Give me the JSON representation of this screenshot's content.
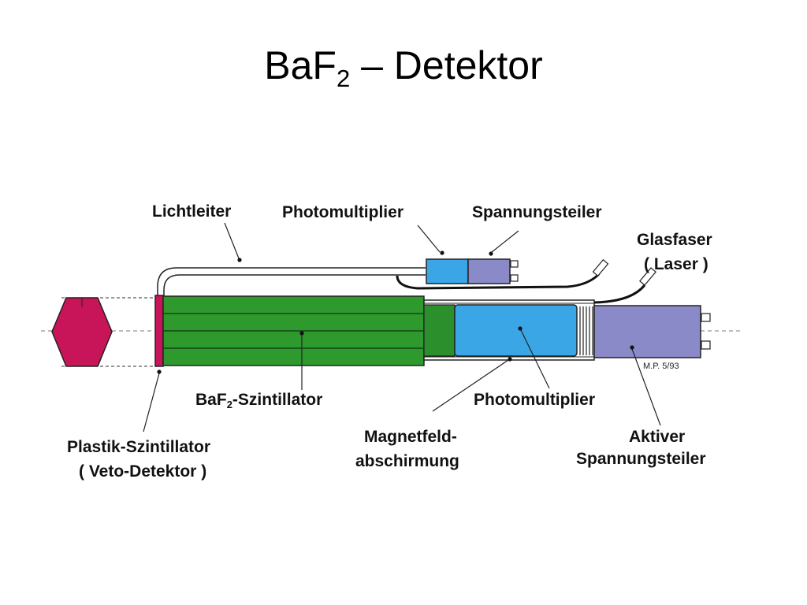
{
  "title": {
    "main": "BaF",
    "subscript": "2",
    "rest": " – Detektor"
  },
  "labels": {
    "lichtleiter": "Lichtleiter",
    "photomultiplier_top": "Photomultiplier",
    "spannungsteiler": "Spannungsteiler",
    "glasfaser_line1": "Glasfaser",
    "glasfaser_line2": "( Laser )",
    "baf_prefix": "BaF",
    "baf_subscript": "2",
    "baf_suffix": "-Szintillator",
    "photomultiplier_bottom": "Photomultiplier",
    "plastik_line1": "Plastik-Szintillator",
    "plastik_line2": "( Veto-Detektor )",
    "magnetfeld_line1": "Magnetfeld-",
    "magnetfeld_line2": "abschirmung",
    "aktiver_line1": "Aktiver",
    "aktiver_line2": "Spannungsteiler",
    "credit": "M.P. 5/93"
  },
  "colors": {
    "scintillator_green": "#2e9a2e",
    "magenta": "#c8155a",
    "pmt_blue": "#3aa6e6",
    "divider_purple": "#8a8ac8",
    "glass_green": "#2b8f2b"
  }
}
